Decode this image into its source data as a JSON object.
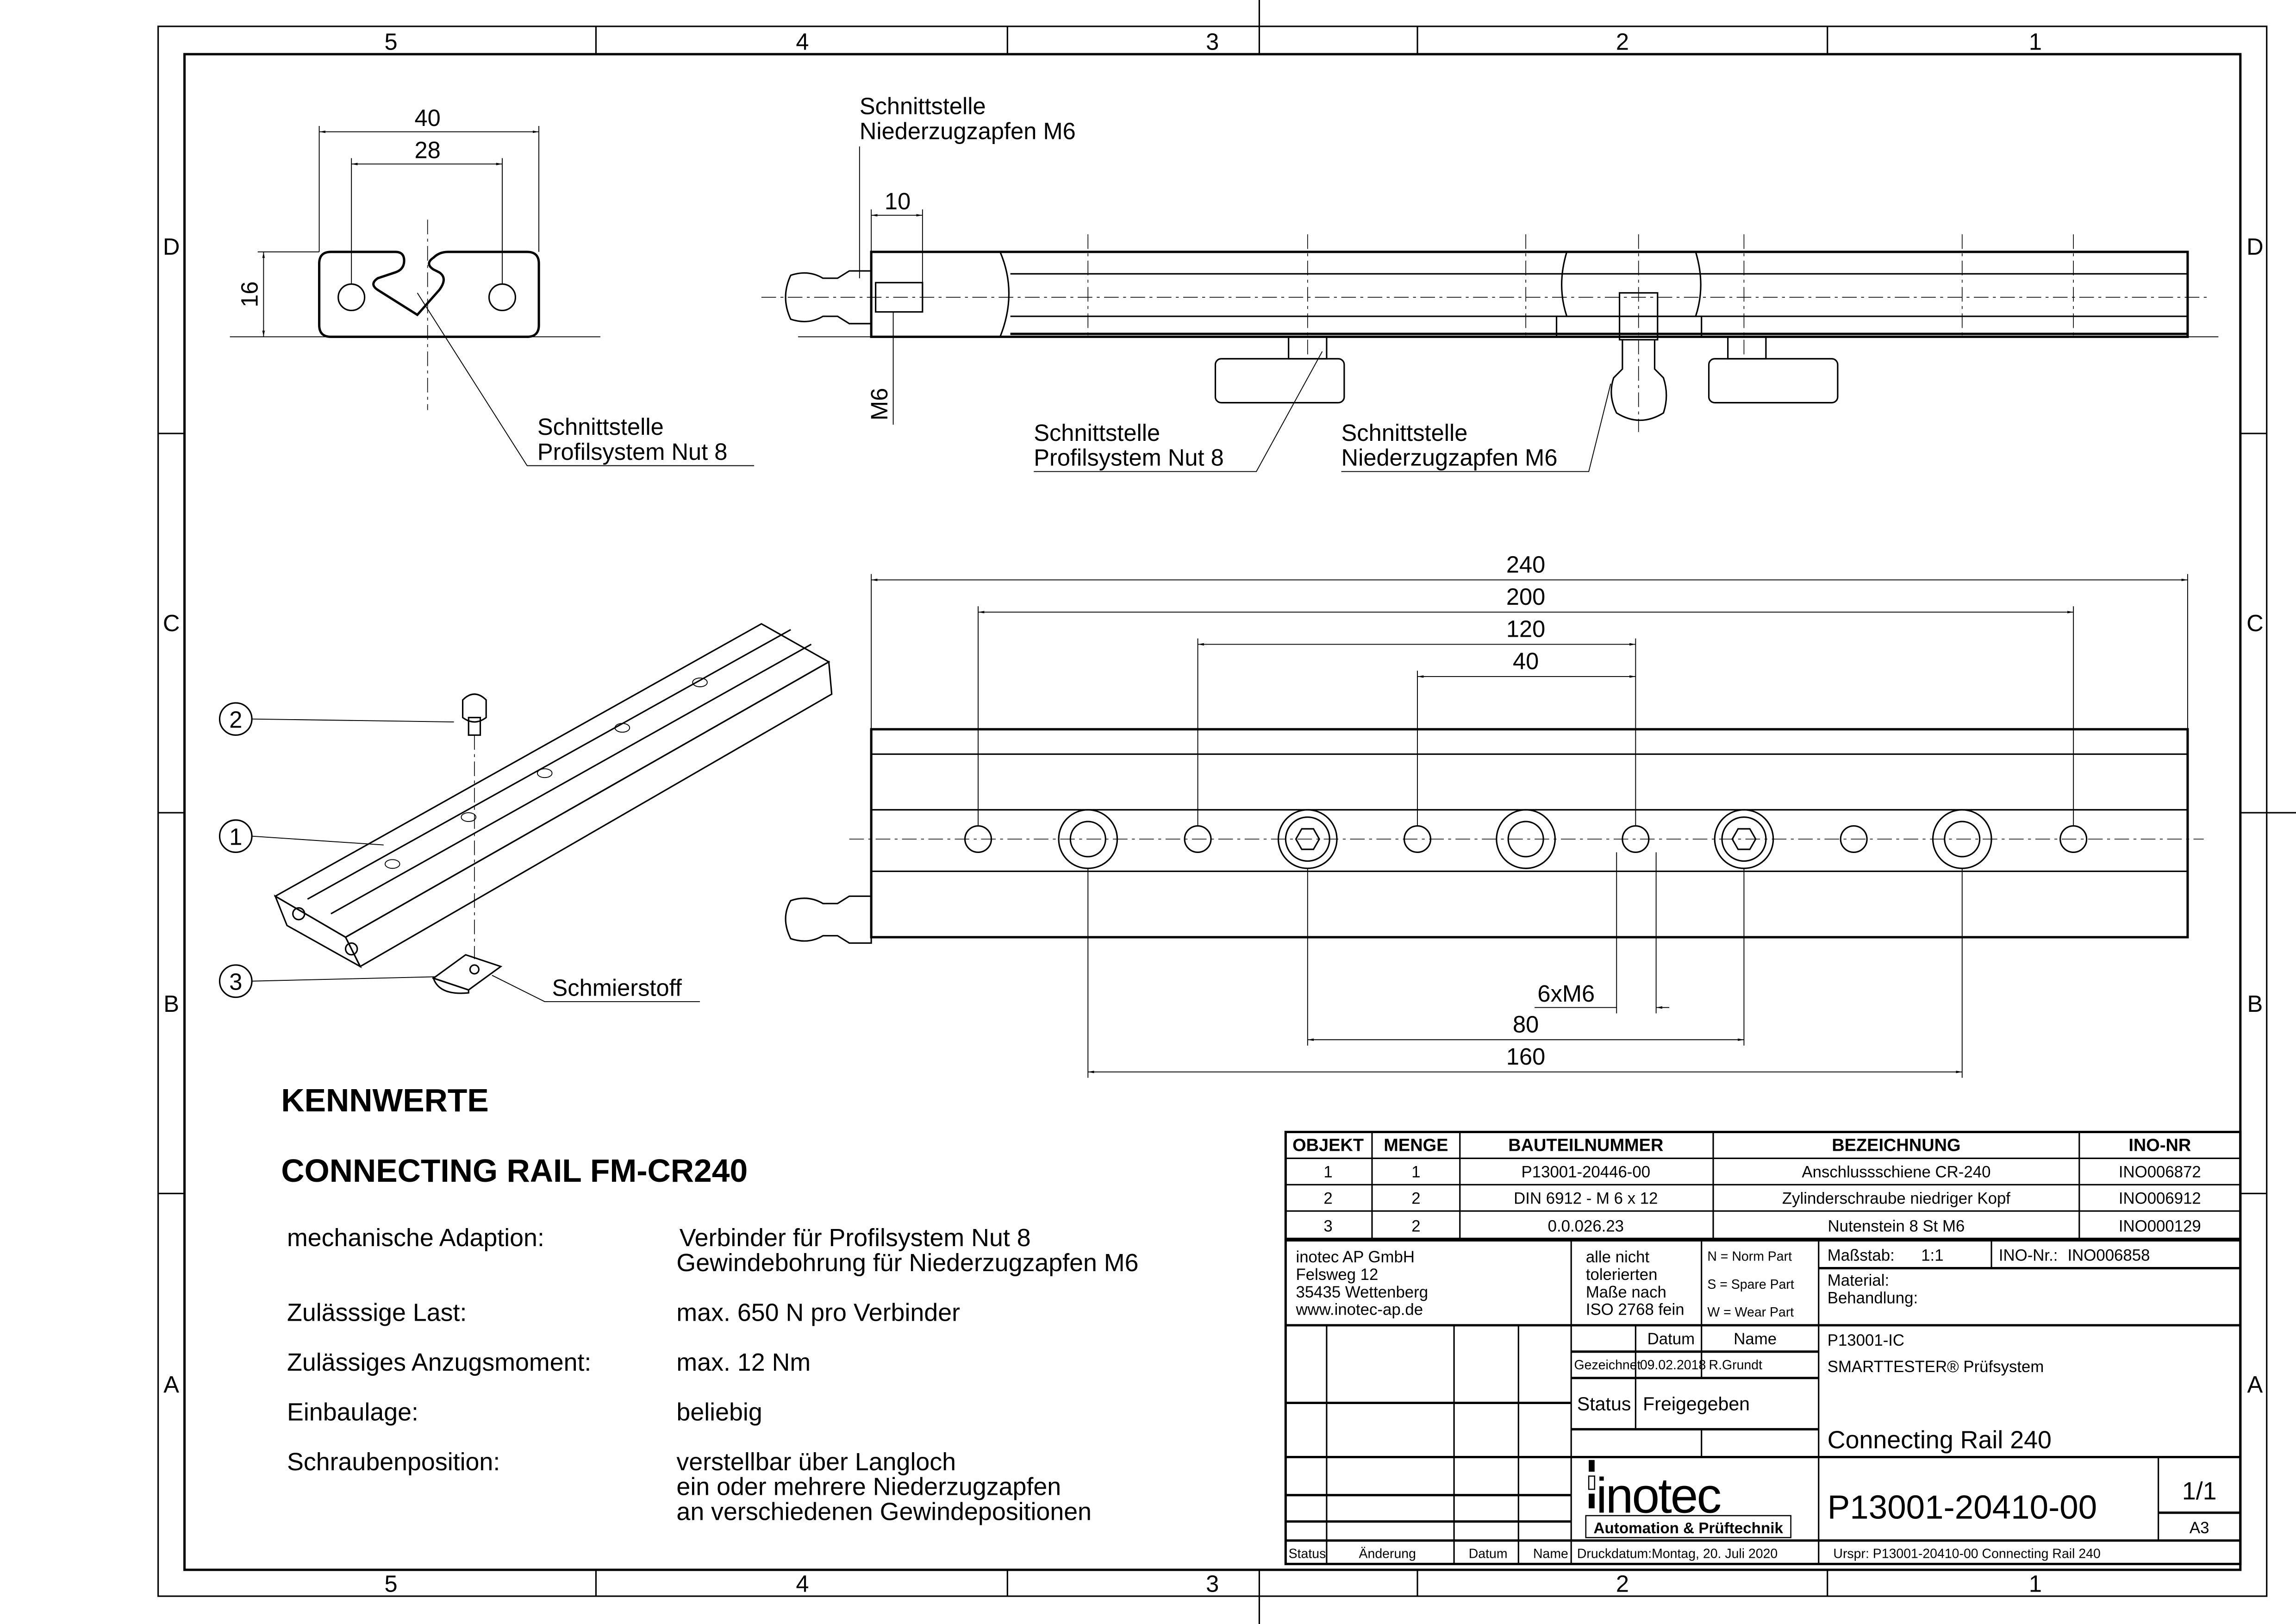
{
  "frame": {
    "zones_x": [
      "5",
      "4",
      "3",
      "2",
      "1"
    ],
    "zones_y": [
      "D",
      "C",
      "B",
      "A"
    ]
  },
  "profile_view": {
    "dim_40": "40",
    "dim_28": "28",
    "dim_16": "16",
    "label_line1": "Schnittstelle",
    "label_line2": "Profilsystem Nut 8"
  },
  "section_view": {
    "top_label_line1": "Schnittstelle",
    "top_label_line2": "Niederzugzapfen M6",
    "dim_10": "10",
    "dim_m6": "M6",
    "nut_label_line1": "Schnittstelle",
    "nut_label_line2": "Profilsystem Nut 8",
    "pin_label_line1": "Schnittstelle",
    "pin_label_line2": "Niederzugzapfen M6"
  },
  "front_view": {
    "dims_top": [
      "240",
      "200",
      "120",
      "40"
    ],
    "thread_note": "6xM6",
    "dims_bottom": [
      "80",
      "160"
    ]
  },
  "iso_view": {
    "balloons": [
      "2",
      "1",
      "3"
    ],
    "lubricant_label": "Schmierstoff"
  },
  "specs": {
    "heading": "KENNWERTE",
    "product": "CONNECTING RAIL FM-CR240",
    "rows": [
      {
        "label": "mechanische Adaption:",
        "values": [
          "Verbinder für Profilsystem Nut 8",
          "Gewindebohrung für Niederzugzapfen M6"
        ]
      },
      {
        "label": "Zulässsige Last:",
        "values": [
          "max. 650 N pro Verbinder"
        ]
      },
      {
        "label": "Zulässiges Anzugsmoment:",
        "values": [
          "max. 12 Nm"
        ]
      },
      {
        "label": "Einbaulage:",
        "values": [
          "beliebig"
        ]
      },
      {
        "label": "Schraubenposition:",
        "values": [
          "verstellbar über Langloch",
          "ein oder mehrere Niederzugzapfen",
          "an verschiedenen Gewindepositionen"
        ]
      }
    ]
  },
  "bom": {
    "headers": [
      "OBJEKT",
      "MENGE",
      "BAUTEILNUMMER",
      "BEZEICHNUNG",
      "INO-NR"
    ],
    "rows": [
      [
        "1",
        "1",
        "P13001-20446-00",
        "Anschlussschiene CR-240",
        "INO006872"
      ],
      [
        "2",
        "2",
        "DIN 6912 - M 6 x 12",
        "Zylinderschraube niedriger Kopf",
        "INO006912"
      ],
      [
        "3",
        "2",
        "0.0.026.23",
        "Nutenstein 8 St M6",
        "INO000129"
      ]
    ]
  },
  "title_block": {
    "company": [
      "inotec AP GmbH",
      "Felsweg 12",
      "35435 Wettenberg",
      "www.inotec-ap.de"
    ],
    "tolerance": [
      "alle nicht",
      "tolerierten",
      "Maße nach",
      "ISO 2768 fein"
    ],
    "part_types": [
      "N = Norm Part",
      "S = Spare Part",
      "W = Wear Part"
    ],
    "scale_label": "Maßstab:",
    "scale_value": "1:1",
    "ino_label": "INO-Nr.:",
    "ino_value": "INO006858",
    "material_label": "Material:",
    "treatment_label": "Behandlung:",
    "col_date": "Datum",
    "col_name": "Name",
    "drawn_label": "Gezeichnet",
    "drawn_date": "09.02.2018",
    "drawn_name": "R.Grundt",
    "status_label": "Status",
    "status_value": "Freigegeben",
    "project": "P13001-IC",
    "system": "SMARTTESTER® Prüfsystem",
    "title": "Connecting Rail 240",
    "drawing_number": "P13001-20410-00",
    "sheet": "1/1",
    "format": "A3",
    "logo_text": "inotec",
    "logo_sub": "Automation & Prüftechnik",
    "rev_headers": [
      "Status",
      "Änderung",
      "Datum",
      "Name"
    ],
    "print_date": "Druckdatum:Montag, 20. Juli 2020",
    "origin": "Urspr: P13001-20410-00 Connecting Rail 240"
  }
}
